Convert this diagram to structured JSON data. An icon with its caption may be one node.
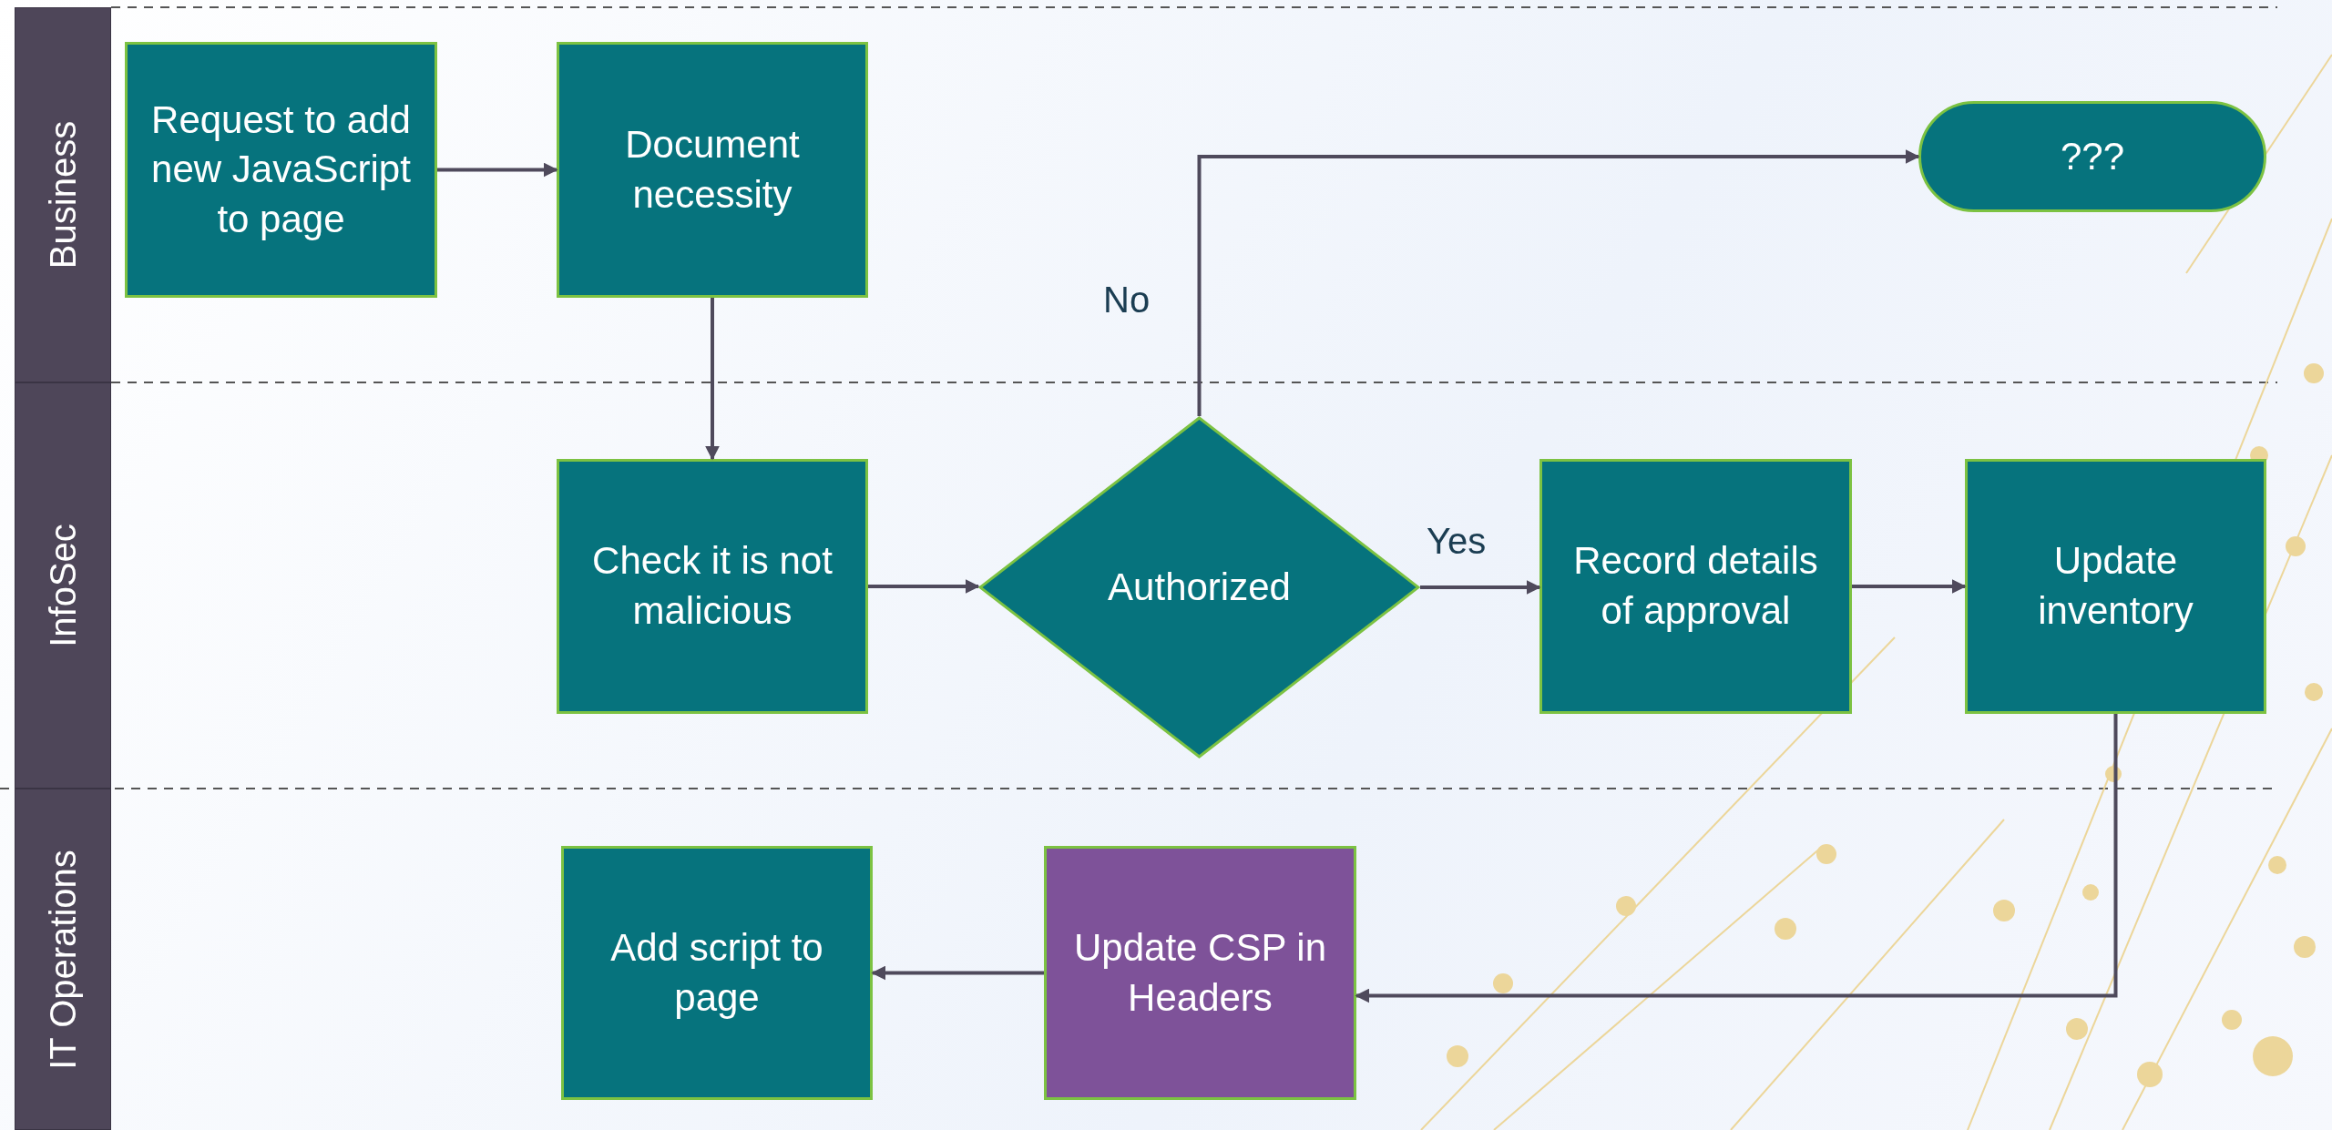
{
  "diagram": {
    "nodes": [
      {
        "text": [
          "Business"
        ]
      },
      {
        "text": [
          "InfoSec"
        ]
      },
      {
        "text": [
          "IT Operations"
        ]
      },
      {
        "text": [
          "Request to add new JavaScript to page"
        ]
      },
      {
        "text": [
          "Document necessity"
        ]
      },
      {
        "text": [
          "???"
        ]
      },
      {
        "text": [
          "Check it is not malicious"
        ]
      },
      {
        "text": [
          "Authorized"
        ]
      },
      {
        "text": [
          "Record details of approval"
        ]
      },
      {
        "text": [
          "Update inventory"
        ]
      },
      {
        "text": [
          "Update CSP in Headers"
        ]
      },
      {
        "text": [
          "Add script to page"
        ]
      }
    ],
    "edges": [
      {
        "from": 3,
        "to": 4,
        "arrow": "to"
      },
      {
        "from": 4,
        "to": 6,
        "arrow": "to"
      },
      {
        "from": 6,
        "to": 7,
        "arrow": "to"
      },
      {
        "from": 7,
        "to": 5,
        "arrow": "to",
        "label": "No"
      },
      {
        "from": 7,
        "to": 8,
        "arrow": "to",
        "label": "Yes"
      },
      {
        "from": 8,
        "to": 9,
        "arrow": "to"
      },
      {
        "from": 9,
        "to": 10,
        "arrow": "to"
      },
      {
        "from": 10,
        "to": 11,
        "arrow": "to"
      }
    ]
  }
}
